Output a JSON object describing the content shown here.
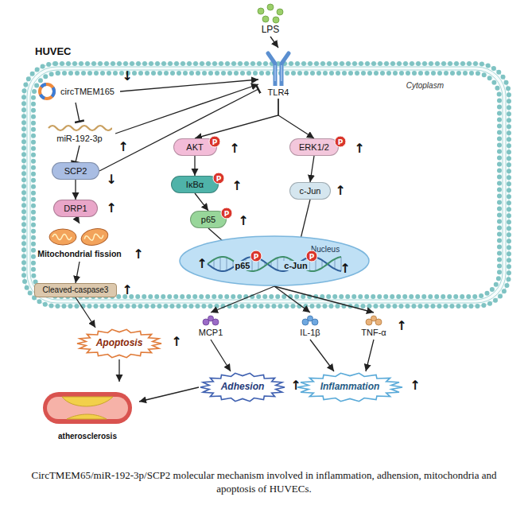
{
  "diagram": {
    "caption": "CircTMEM65/miR-192-3p/SCP2 molecular mechanism involved in inflammation, adhension, mitochondria and apoptosis of HUVECs.",
    "nodes": [
      {
        "text": [
          "LPS"
        ]
      },
      {
        "text": [
          "TLR4"
        ]
      },
      {
        "text": [
          "HUVEC",
          "Cytoplasm"
        ]
      },
      {
        "text": [
          "circTMEM165"
        ],
        "in": 2
      },
      {
        "text": [
          "miR-192-3p"
        ],
        "in": 2
      },
      {
        "text": [
          "SCP2"
        ],
        "in": 2
      },
      {
        "text": [
          "DRP1"
        ],
        "in": 2
      },
      {
        "text": [
          "Mitochondrial fission"
        ],
        "in": 2
      },
      {
        "text": [
          "Cleaved-caspase3"
        ],
        "in": 2
      },
      {
        "text": [
          "AKT"
        ],
        "in": 2
      },
      {
        "text": [
          "IκBα"
        ],
        "in": 2
      },
      {
        "text": [
          "p65"
        ],
        "in": 2
      },
      {
        "text": [
          "ERK1/2"
        ],
        "in": 2
      },
      {
        "text": [
          "c-Jun"
        ],
        "in": 2
      },
      {
        "text": [
          "Nucleus"
        ],
        "in": 2
      },
      {
        "text": [
          "p65"
        ],
        "in": 14
      },
      {
        "text": [
          "c-Jun"
        ],
        "in": 14
      },
      {
        "text": [
          "Apoptosis"
        ]
      },
      {
        "text": [
          "MCP1"
        ]
      },
      {
        "text": [
          "IL-1β"
        ]
      },
      {
        "text": [
          "TNF-α"
        ]
      },
      {
        "text": [
          "Adhesion"
        ]
      },
      {
        "text": [
          "Inflammation"
        ]
      },
      {
        "text": [
          "atherosclerosis"
        ]
      }
    ],
    "edges": [
      {
        "from": 0,
        "to": 1,
        "arrow": "to"
      },
      {
        "from": 3,
        "to": 4,
        "arrow": "to"
      },
      {
        "from": 4,
        "to": 5,
        "arrow": "to"
      },
      {
        "from": 5,
        "to": 6,
        "arrow": "to"
      },
      {
        "from": 6,
        "to": 7,
        "arrow": "to"
      },
      {
        "from": 7,
        "to": 8,
        "arrow": "to"
      },
      {
        "from": 8,
        "to": 17,
        "arrow": "to"
      },
      {
        "from": 17,
        "to": 23,
        "arrow": "to"
      },
      {
        "from": 3,
        "to": 1,
        "arrow": "to"
      },
      {
        "from": 4,
        "to": 1,
        "arrow": "to"
      },
      {
        "from": 5,
        "to": 1,
        "arrow": "to"
      },
      {
        "from": 1,
        "to": 9,
        "arrow": "to"
      },
      {
        "from": 1,
        "to": 12,
        "arrow": "to"
      },
      {
        "from": 9,
        "to": 10,
        "arrow": "to"
      },
      {
        "from": 10,
        "to": 11,
        "arrow": "to"
      },
      {
        "from": 11,
        "to": 15,
        "arrow": "to"
      },
      {
        "from": 12,
        "to": 13,
        "arrow": "to"
      },
      {
        "from": 13,
        "to": 16,
        "arrow": "to"
      },
      {
        "from": 14,
        "to": 18,
        "arrow": "to"
      },
      {
        "from": 14,
        "to": 19,
        "arrow": "to"
      },
      {
        "from": 14,
        "to": 20,
        "arrow": "to"
      },
      {
        "from": 18,
        "to": 21,
        "arrow": "to"
      },
      {
        "from": 19,
        "to": 22,
        "arrow": "to"
      },
      {
        "from": 20,
        "to": 22,
        "arrow": "to"
      },
      {
        "from": 21,
        "to": 23,
        "arrow": "to"
      }
    ],
    "labels": [
      "↓",
      "↑",
      "↓",
      "↑",
      "↑",
      "↑",
      "P",
      "↑",
      "P",
      "↑",
      "P",
      "↑",
      "P",
      "↑",
      "↑",
      "↑",
      "P",
      "P",
      "↑",
      "↑",
      "↑",
      "↑",
      "↑"
    ]
  }
}
